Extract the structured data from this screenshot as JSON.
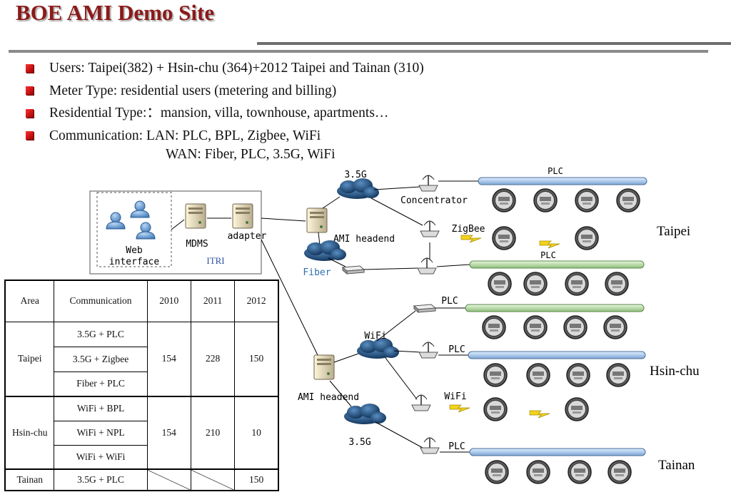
{
  "title": "BOE AMI Demo Site",
  "bullets": [
    "Users: Taipei(382) + Hsin-chu (364)+2012 Taipei and Tainan (310)",
    "Meter Type: residential users (metering and billing)",
    "Residential Type:：mansion, villa, townhouse, apartments…",
    "Communication: LAN: PLC, BPL, Zigbee, WiFi"
  ],
  "wan_line": "WAN: Fiber, PLC, 3.5G, WiFi",
  "diagram": {
    "web_interface": [
      "Web",
      "interface"
    ],
    "mdms": "MDMS",
    "adapter": "adapter",
    "itri": "ITRI",
    "headend_top": "AMI headend",
    "headend_bottom": "AMI headend",
    "cloud_35g_top": "3.5G",
    "cloud_wifi": "WiFi",
    "cloud_35g_bottom": "3.5G",
    "fiber": "Fiber",
    "concentrator": "Concentrator",
    "zigbee": "ZigBee",
    "plc": "PLC",
    "wifi_link": "WiFi",
    "regions": {
      "taipei": "Taipei",
      "hsinchu": "Hsin-chu",
      "tainan": "Tainan"
    }
  },
  "table": {
    "headers": [
      "Area",
      "Communication",
      "2010",
      "2011",
      "2012"
    ],
    "groups": [
      {
        "area": "Taipei",
        "comms": [
          "3.5G + PLC",
          "3.5G + Zigbee",
          "Fiber + PLC"
        ],
        "y2010": "154",
        "y2011": "228",
        "y2012": "150"
      },
      {
        "area": "Hsin-chu",
        "comms": [
          "WiFi + BPL",
          "WiFi + NPL",
          "WiFi + WiFi"
        ],
        "y2010": "154",
        "y2011": "210",
        "y2012": "10"
      },
      {
        "area": "Tainan",
        "comms": [
          "3.5G + PLC"
        ],
        "y2010": "",
        "y2011": "",
        "y2012": "150"
      }
    ]
  },
  "colors": {
    "title": "#8b1a1a",
    "bullet": "#cc0000",
    "bus_blue": "#a9c7e8",
    "bus_green": "#b7d6a9",
    "cloud": "#1d4f7c",
    "fiber_label": "#2f6fb0",
    "itri_label": "#2f4fa0"
  }
}
